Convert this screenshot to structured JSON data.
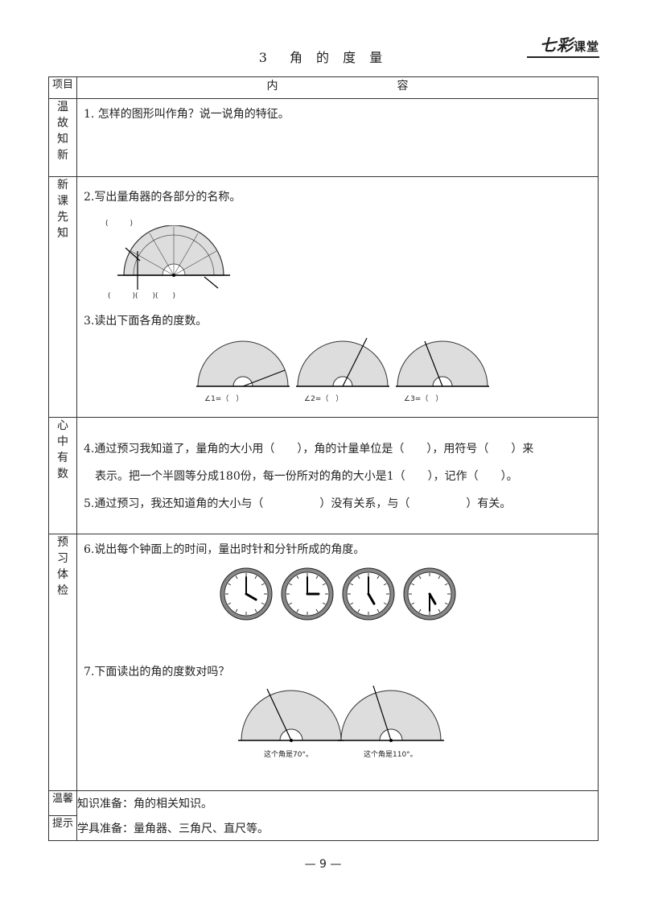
{
  "header": {
    "title": "3　角 的 度 量",
    "logo_main": "七彩",
    "logo_sub": "课堂"
  },
  "table_head": {
    "col1": "项目",
    "col2": "内　　容"
  },
  "sections": {
    "review": {
      "label": [
        "温",
        "故",
        "知",
        "新"
      ],
      "q1": "1. 怎样的图形叫作角？说一说角的特征。"
    },
    "new": {
      "label": [
        "新",
        "课",
        "先",
        "知"
      ],
      "q2": "2.写出量角器的各部分的名称。",
      "q2_top_blank": "(　　　)",
      "q2_bottom_blanks": "(　　　)(　　)(　　)",
      "q3": "3.读出下面各角的度数。",
      "angle_labels": [
        "∠1=（　）",
        "∠2=（　）",
        "∠3=（　）"
      ]
    },
    "mind": {
      "label": [
        "心",
        "中",
        "有",
        "数"
      ],
      "q4a": "4.通过预习我知道了，量角的大小用（　　），角的计量单位是（　　），用符号（　　）来",
      "q4b": "表示。把一个半圆等分成180份，每一份所对的角的大小是1（　　），记作（　　）。",
      "q5": "5.通过预习，我还知道角的大小与（　　　　　）没有关系，与（　　　　　）有关。"
    },
    "check": {
      "label": [
        "预",
        "习",
        "体",
        "检"
      ],
      "q6": "6.说出每个钟面上的时间，量出时针和分针所成的角度。",
      "q7": "7.下面读出的角的度数对吗？",
      "caption1": "这个角是70°。",
      "caption2": "这个角是110°。"
    },
    "tips": {
      "label1": "温馨",
      "label2": "提示",
      "line1": "知识准备：角的相关知识。",
      "line2": "学具准备：量角器、三角尺、直尺等。"
    }
  },
  "footer": {
    "page": "— 9 —"
  }
}
